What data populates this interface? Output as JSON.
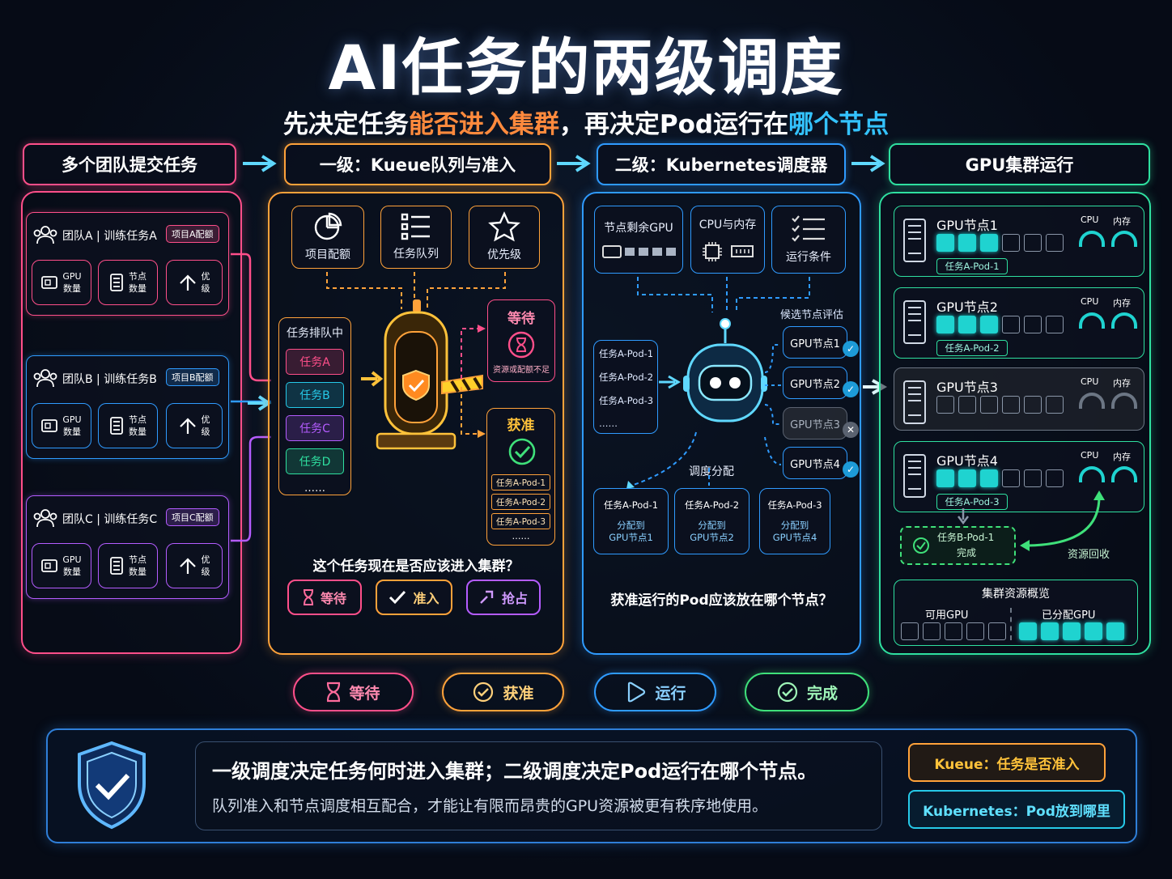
{
  "title": "AI任务的两级调度",
  "subtitle": {
    "pre": "先决定任务",
    "hl1": "能否进入集群",
    "mid": "，再决定Pod运行在",
    "hl2": "哪个节点"
  },
  "stages": [
    "多个团队提交任务",
    "一级：Kueue队列与准入",
    "二级：Kubernetes调度器",
    "GPU集群运行"
  ],
  "teams": [
    {
      "name": "团队A | 训练任务A",
      "tag": "项目A配额"
    },
    {
      "name": "团队B | 训练任务B",
      "tag": "项目B配额"
    },
    {
      "name": "团队C | 训练任务C",
      "tag": "项目C配额"
    }
  ],
  "team_items": {
    "gpu": [
      "GPU",
      "数量"
    ],
    "node": [
      "节点",
      "数量"
    ],
    "prio": [
      "优",
      "级"
    ]
  },
  "kueue": {
    "top": [
      "项目配额",
      "任务队列",
      "优先级"
    ],
    "queue_title": "任务排队中",
    "queue": [
      "任务A",
      "任务B",
      "任务C",
      "任务D"
    ],
    "more": "……",
    "wait_title": "等待",
    "wait_note": "资源或配额不足",
    "admit_title": "获准",
    "admit_pods": [
      "任务A-Pod-1",
      "任务A-Pod-2",
      "任务A-Pod-3"
    ],
    "question": "这个任务现在是否应该进入集群？",
    "buttons": [
      "等待",
      "准入",
      "抢占"
    ]
  },
  "k8s": {
    "top": [
      "节点剩余GPU",
      "CPU与内存",
      "运行条件"
    ],
    "pods": [
      "任务A-Pod-1",
      "任务A-Pod-2",
      "任务A-Pod-3",
      "……"
    ],
    "cand_title": "候选节点评估",
    "cands": [
      "GPU节点1",
      "GPU节点2",
      "GPU节点3",
      "GPU节点4"
    ],
    "assign_title": "调度分配",
    "assign": [
      [
        "任务A-Pod-1",
        "分配到",
        "GPU节点1"
      ],
      [
        "任务A-Pod-2",
        "分配到",
        "GPU节点2"
      ],
      [
        "任务A-Pod-3",
        "分配到",
        "GPU节点4"
      ]
    ],
    "question": "获准运行的Pod应该放在哪个节点？"
  },
  "cluster": {
    "nodes": [
      {
        "name": "GPU节点1",
        "pod": "任务A-Pod-1",
        "used": 3
      },
      {
        "name": "GPU节点2",
        "pod": "任务A-Pod-2",
        "used": 3
      },
      {
        "name": "GPU节点3",
        "pod": "",
        "used": 0
      },
      {
        "name": "GPU节点4",
        "pod": "任务A-Pod-3",
        "used": 3
      }
    ],
    "cpu": "CPU",
    "mem": "内存",
    "done": [
      "任务B-Pod-1",
      "完成"
    ],
    "reclaim": "资源回收",
    "overview": "集群资源概览",
    "avail": "可用GPU",
    "alloc": "已分配GPU",
    "avail_count": 5,
    "alloc_count": 5
  },
  "states": [
    "等待",
    "获准",
    "运行",
    "完成"
  ],
  "summary": {
    "line1": "一级调度决定任务何时进入集群；二级调度决定Pod运行在哪个节点。",
    "line2": "队列准入和节点调度相互配合，才能让有限而昂贵的GPU资源被更有秩序地使用。",
    "tag1": "Kueue：任务是否准入",
    "tag2": "Kubernetes：Pod放到哪里"
  },
  "colors": {
    "pink": "#ff4f8a",
    "orange": "#ffa23a",
    "blue": "#2f9bff",
    "cyan": "#26c9e8",
    "green": "#2fe0a0",
    "purple": "#b45cff"
  }
}
